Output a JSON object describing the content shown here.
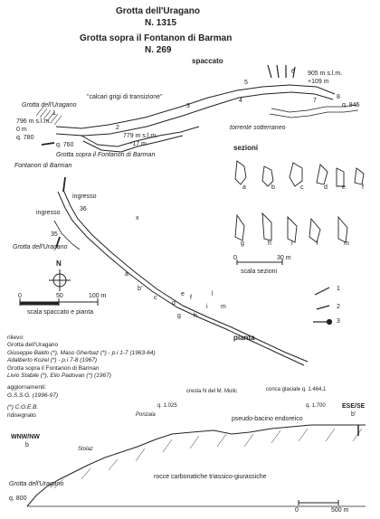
{
  "header": {
    "title1": "Grotta dell'Uragano",
    "cat1": "N. 1315",
    "title2": "Grotta sopra il Fontanon di Barman",
    "cat2": "N. 269"
  },
  "profile": {
    "heading": "spaccato",
    "label_uragano": "Grotta dell'Uragano",
    "label_calcari": "\"calcari grigi di transizione\"",
    "label_elev_top": "905 m s.l.m.",
    "label_elev_top2": "+109 m",
    "label_796": "796 m s.l.m.",
    "label_0m": "0 m",
    "label_q780": "q. 780",
    "label_q760": "q. 760",
    "label_q845": "q. 845",
    "label_779": "779 m s.l.m.",
    "label_m17": "-17 m",
    "label_torrente": "torrente sotterraneo",
    "label_sopra": "Grotta sopra il Fontanon di Barman",
    "label_fontanon": "Fontanon di Barman",
    "num_1": "1",
    "num_2": "2",
    "num_3": "3",
    "num_4": "4",
    "num_5": "5",
    "num_6": "6",
    "num_7": "7",
    "num_8": "8"
  },
  "sections": {
    "heading": "sezioni",
    "row1": [
      "a",
      "b",
      "c",
      "d",
      "e",
      "f"
    ],
    "row2": [
      "g",
      "h",
      "i",
      "l",
      "m"
    ],
    "scale_0": "0",
    "scale_30": "30 m",
    "scale_label": "scala sezioni"
  },
  "plan": {
    "heading": "pianta",
    "ingresso_1": "ingresso",
    "ingresso_2": "ingresso",
    "label_uragano": "Grotta dell'Uragano",
    "label_x": "x",
    "label_36": "36",
    "label_35": "35",
    "north": "N",
    "scale_0": "0",
    "scale_50": "50",
    "scale_100": "100 m",
    "scale_label": "scala spaccato e pianta",
    "letters": [
      "a",
      "b'",
      "c",
      "d",
      "e",
      "f",
      "g",
      "h",
      "i",
      "l",
      "m"
    ],
    "legend": [
      "1",
      "2",
      "3"
    ]
  },
  "credits": {
    "rilievo": "rilievo:",
    "line1": "Grotta dell'Uragano",
    "line2": "Giuseppe Baldo (*), Maso Gherbaz (*) - p.i 1-7 (1963-64)",
    "line3": "Adalberto Kozel (*) - p.i 7-8 (1967)",
    "line4": "Grotta sopra il Fontanon di Barman",
    "line5": "Livio Stabile (*), Elio Padovan (*) (1967)",
    "agg": "aggiornamenti:",
    "gssg": "G.S.S.G. (1996-97)",
    "cgeb": "(*) C.G.E.B.",
    "ridis": "ridisegnato"
  },
  "section_profile": {
    "left_dir": "WNW/NW",
    "left_b": "b",
    "right_dir": "ESE/SE",
    "right_b": "b'",
    "label_uragano": "Grotta dell'Uragano",
    "label_q800": "q. 800",
    "label_stolaz": "Stolaz",
    "label_ponzala": "Ponzala",
    "label_1025": "q. 1.025",
    "label_monte": "cresta N del M. Mulic",
    "label_glaciale": "conca glaciale q. 1.464,1",
    "label_1700": "q. 1.700",
    "label_bacino": "pseudo-bacino endoreico",
    "label_rocce": "rocce carbonatiche triassico-giurassiche",
    "scale_0": "0",
    "scale_500": "500 m"
  }
}
